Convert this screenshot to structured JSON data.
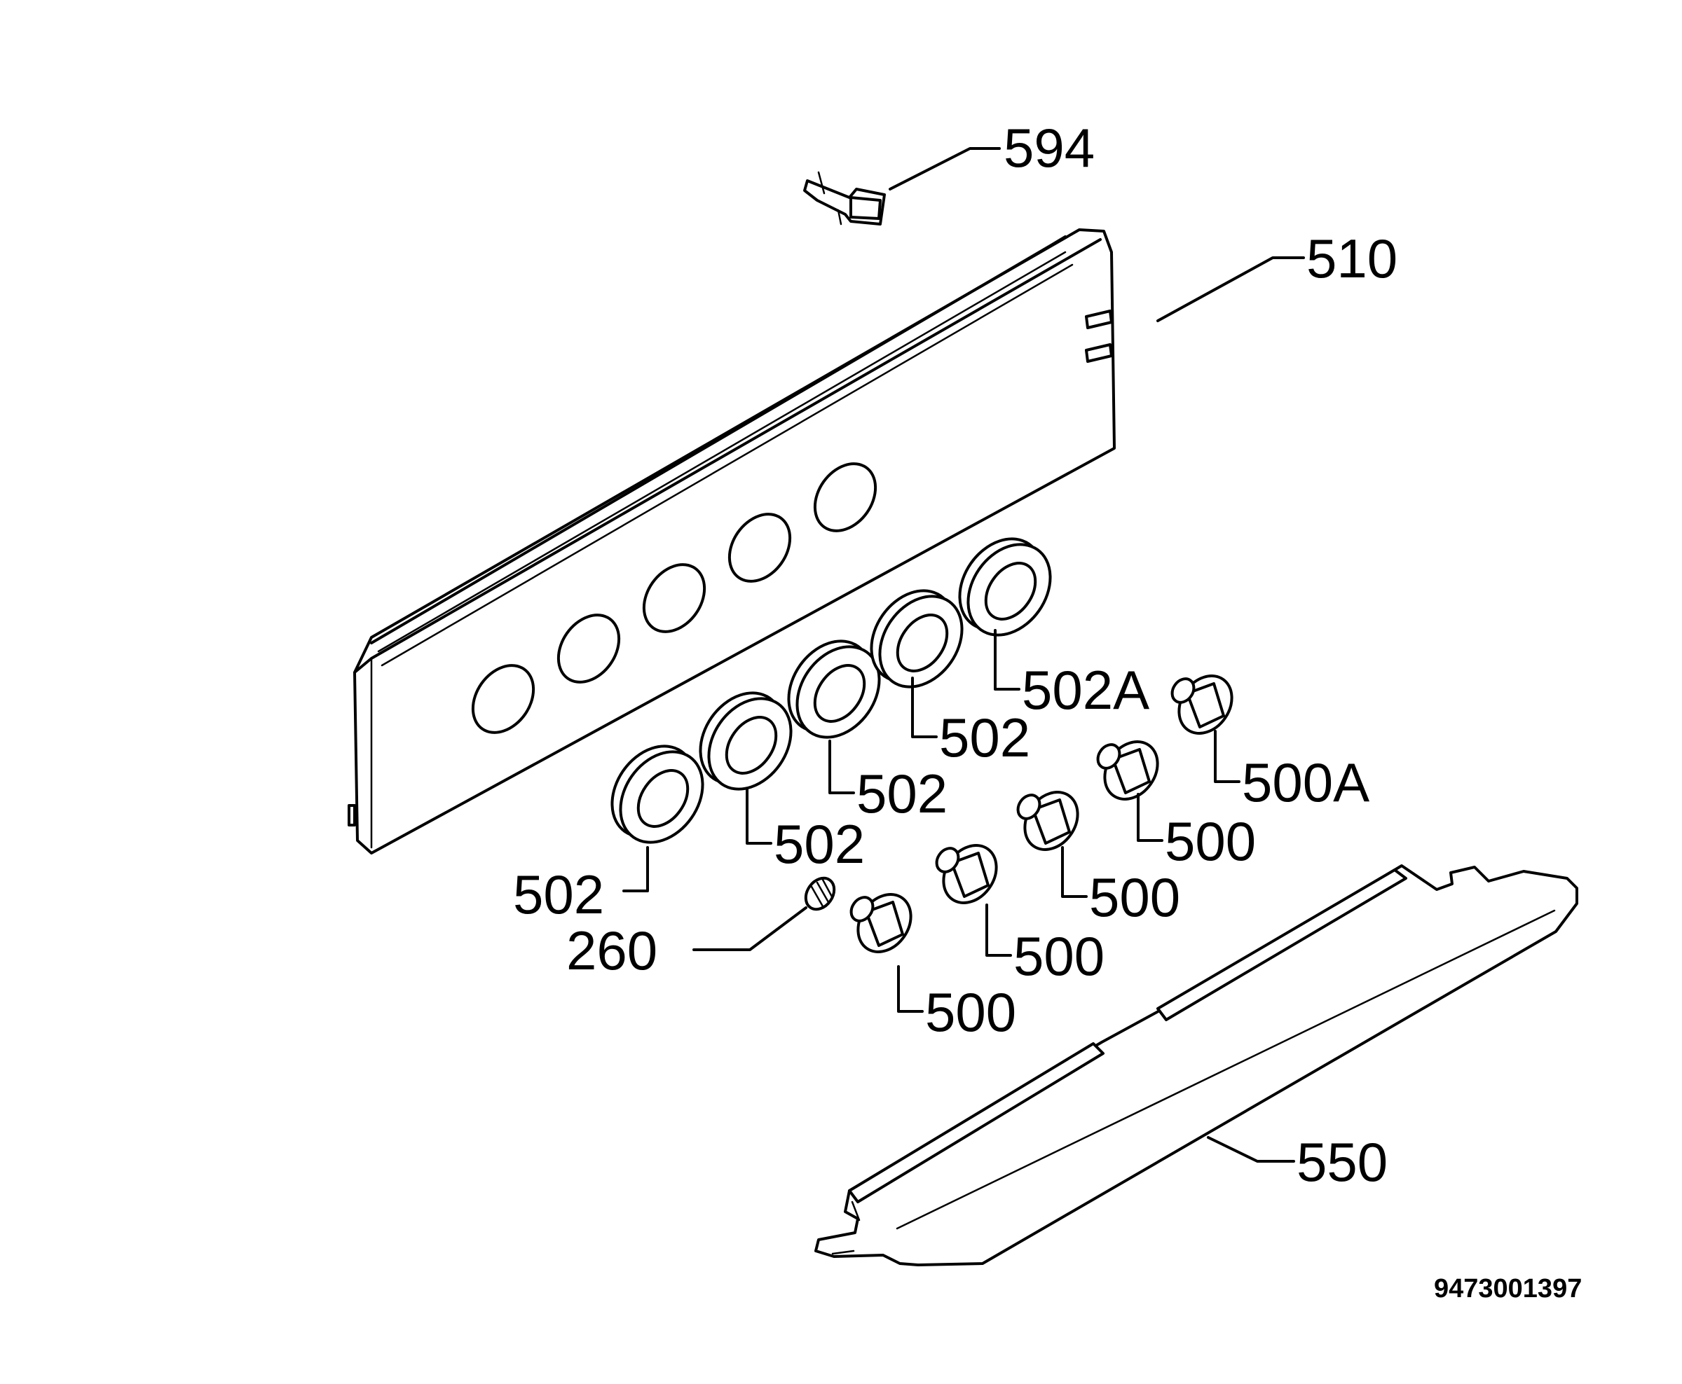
{
  "labels": {
    "594": "594",
    "510": "510",
    "502A": "502A",
    "502_1": "502",
    "502_2": "502",
    "502_3": "502",
    "502_4": "502",
    "500A": "500A",
    "500_1": "500",
    "500_2": "500",
    "500_3": "500",
    "500_4": "500",
    "260": "260",
    "550": "550"
  },
  "document_id": "9473001397"
}
